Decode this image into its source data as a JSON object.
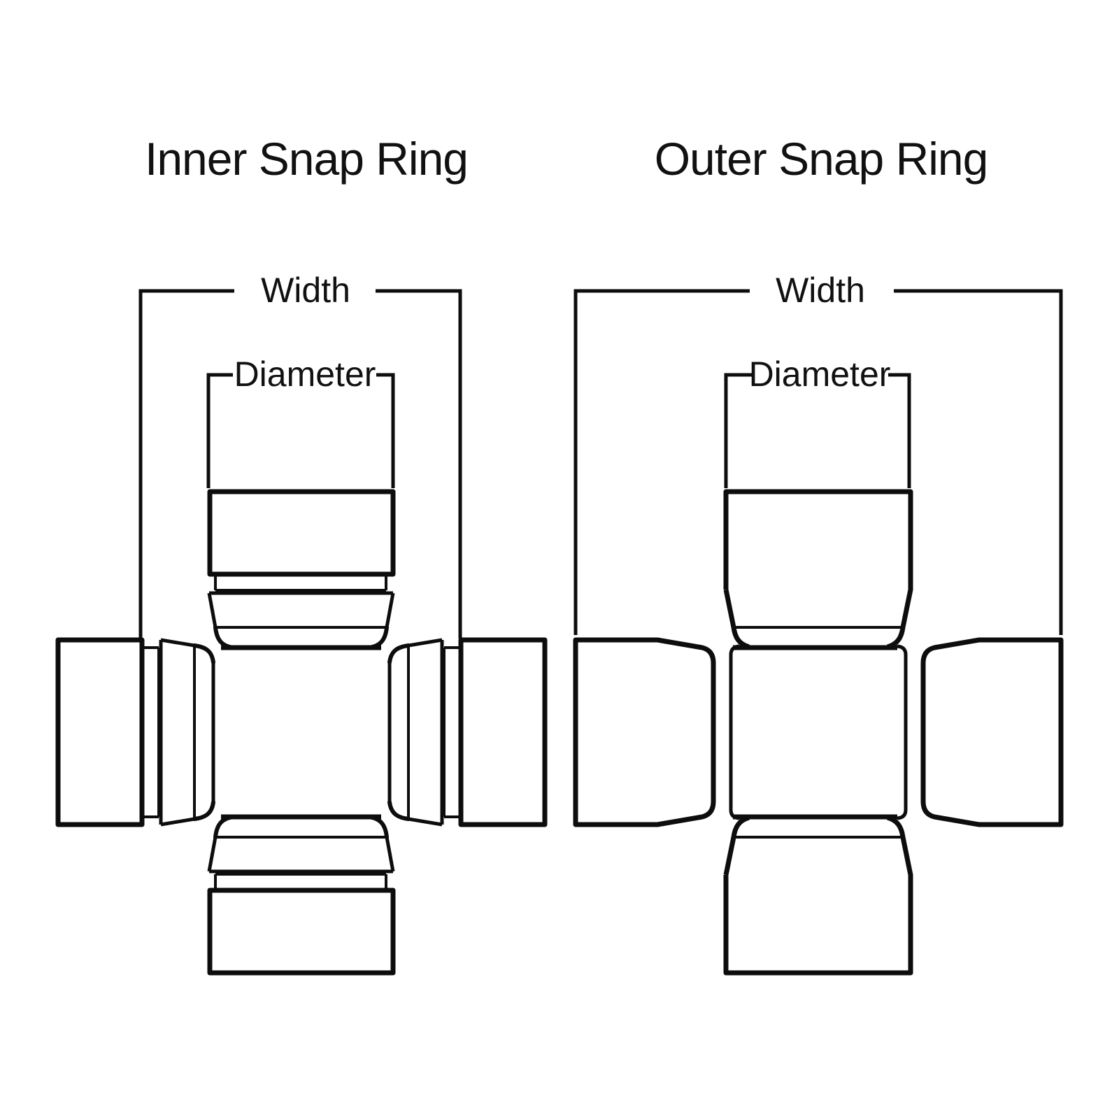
{
  "canvas": {
    "background": "#ffffff",
    "line_color": "#0d0d0d",
    "text_color": "#111111"
  },
  "diagrams": [
    {
      "id": "inner-snap-ring",
      "title": "Inner Snap Ring",
      "width_label": "Width",
      "diameter_label": "Diameter"
    },
    {
      "id": "outer-snap-ring",
      "title": "Outer Snap Ring",
      "width_label": "Width",
      "diameter_label": "Diameter"
    }
  ]
}
